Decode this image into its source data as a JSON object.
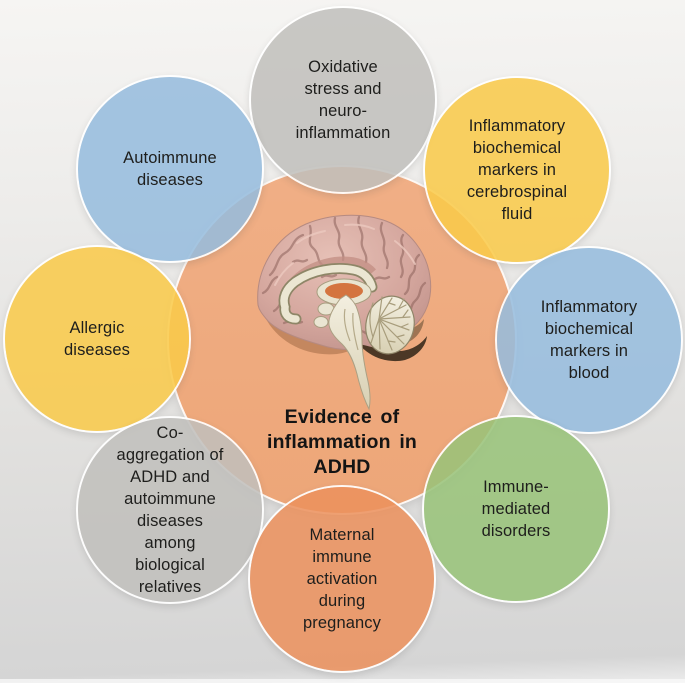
{
  "diagram": {
    "type": "radial-overlap-circle-diagram",
    "background_top": "#f6f5f3",
    "background_bottom": "#d5d5d5",
    "center": {
      "title": "Evidence of\ninflammation in\nADHD",
      "fill": "#eeaa7e",
      "illustration": "sagittal-human-brain"
    },
    "nodes": [
      {
        "position": "top",
        "label": "Oxidative\nstress and\nneuro-\ninflammation",
        "fill": "#c6c4c2"
      },
      {
        "position": "top-right",
        "label": "Inflammatory\nbiochemical\nmarkers in\ncerebrospinal\nfluid",
        "fill": "#f8d164"
      },
      {
        "position": "right",
        "label": "Inflammatory\nbiochemical\nmarkers in\nblood",
        "fill": "#a0c2e0"
      },
      {
        "position": "bottom-right",
        "label": "Immune-\nmediated\ndisorders",
        "fill": "#a5c98a"
      },
      {
        "position": "bottom",
        "label": "Maternal\nimmune\nactivation\nduring\npregnancy",
        "fill": "#eb9f72"
      },
      {
        "position": "bottom-left",
        "label": "Co-\naggregation of\nADHD and\nautoimmune\ndiseases\namong\nbiological\nrelatives",
        "fill": "#c6c4c2"
      },
      {
        "position": "left",
        "label": "Allergic\ndiseases",
        "fill": "#f8d164"
      },
      {
        "position": "top-left",
        "label": "Autoimmune\ndiseases",
        "fill": "#a0c2e0"
      }
    ]
  }
}
